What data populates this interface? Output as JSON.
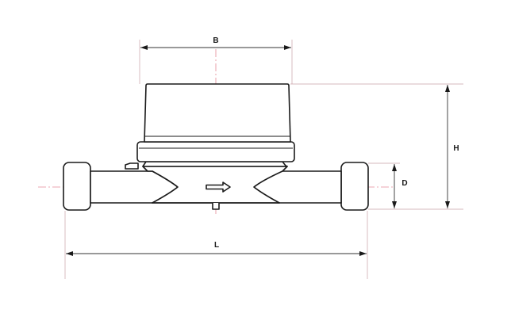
{
  "drawing": {
    "dimension_labels": {
      "width_register": "B",
      "height_total": "H",
      "pipe_diameter": "D",
      "length_total": "L"
    },
    "flow_direction": "right",
    "colors": {
      "outline": "#1a1a1a",
      "centerline": "#e58a96",
      "extension_line": "#c9a0a6"
    }
  }
}
